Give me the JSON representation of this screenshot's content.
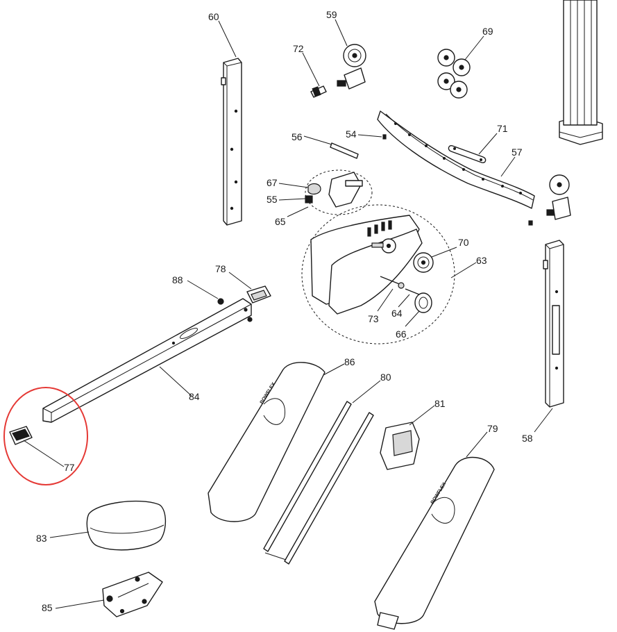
{
  "callouts": {
    "p54": "54",
    "p55": "55",
    "p56": "56",
    "p57": "57",
    "p58": "58",
    "p59": "59",
    "p60": "60",
    "p63": "63",
    "p64": "64",
    "p65": "65",
    "p66": "66",
    "p67": "67",
    "p69": "69",
    "p70": "70",
    "p71": "71",
    "p72": "72",
    "p73": "73",
    "p77": "77",
    "p78": "78",
    "p79": "79",
    "p80": "80",
    "p81": "81",
    "p83": "83",
    "p84": "84",
    "p85": "85",
    "p86": "86",
    "p88": "88"
  },
  "brand": {
    "logo_text": "BOWFLEX"
  },
  "colors": {
    "line": "#1a1a1a",
    "highlight": "#e53935",
    "background": "#ffffff"
  }
}
